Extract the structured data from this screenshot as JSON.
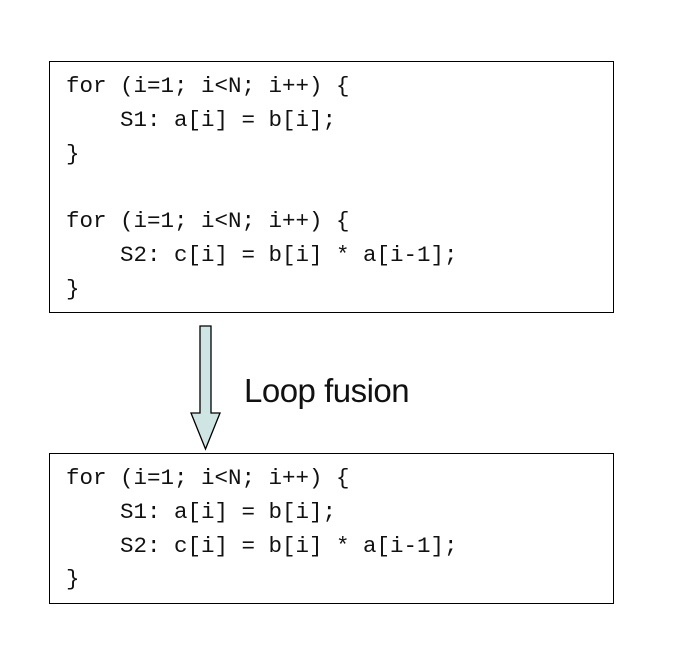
{
  "before": {
    "lines": [
      "for (i=1; i<N; i++) {",
      "    S1: a[i] = b[i];",
      "}",
      "",
      "for (i=1; i<N; i++) {",
      "    S2: c[i] = b[i] * a[i-1];",
      "}"
    ]
  },
  "transform": {
    "label": "Loop fusion",
    "arrow_color": "#cfe5e3"
  },
  "after": {
    "lines": [
      "for (i=1; i<N; i++) {",
      "    S1: a[i] = b[i];",
      "    S2: c[i] = b[i] * a[i-1];",
      "}"
    ]
  }
}
